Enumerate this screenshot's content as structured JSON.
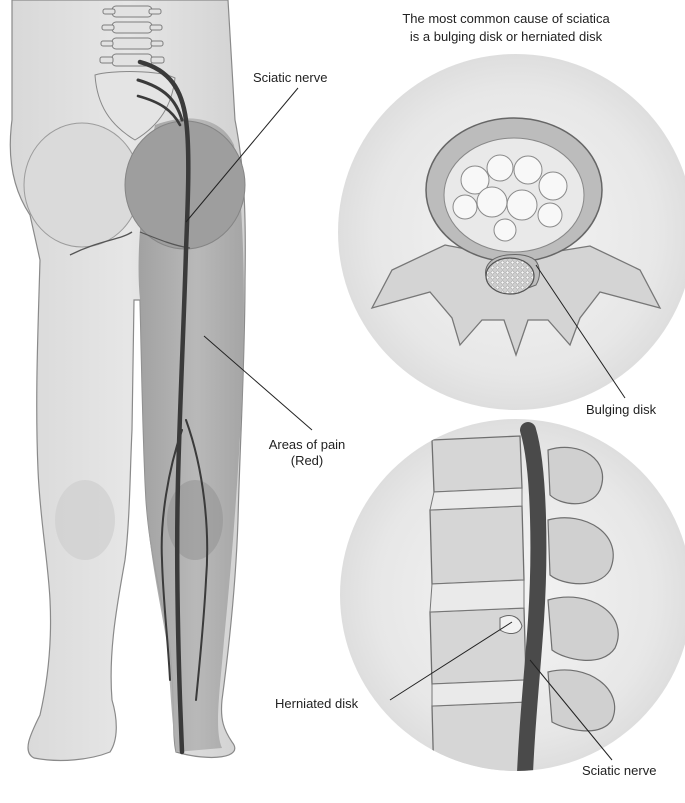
{
  "title": {
    "line1": "The most common cause of sciatica",
    "line2": "is a bulging disk or herniated disk"
  },
  "labels": {
    "sciatic_nerve_top": "Sciatic nerve",
    "areas_of_pain_line1": "Areas of pain",
    "areas_of_pain_line2": "(Red)",
    "bulging_disk": "Bulging disk",
    "herniated_disk": "Herniated disk",
    "sciatic_nerve_bottom": "Sciatic nerve"
  }
}
